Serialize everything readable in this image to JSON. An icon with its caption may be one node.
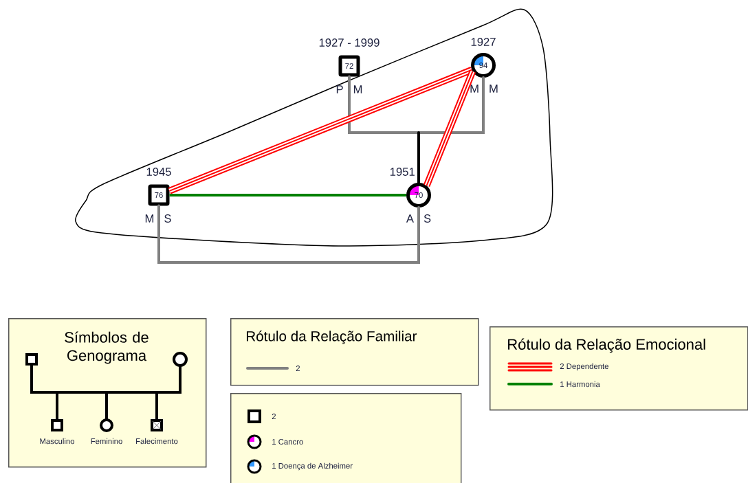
{
  "diagram": {
    "nodes": [
      {
        "text": [
          "72"
        ],
        "beside": [
          "1927 - 1999",
          "P M"
        ]
      },
      {
        "text": [
          "94"
        ],
        "beside": [
          "1927",
          "M M"
        ]
      },
      {
        "text": [
          "76"
        ],
        "beside": [
          "1945",
          "M S"
        ]
      },
      {
        "text": [
          "70"
        ],
        "beside": [
          "1951",
          "A S"
        ]
      },
      {
        "text": [
          "Símbolos de Genograma"
        ]
      },
      {
        "text": [
          "Rótulo da Relação Familiar"
        ]
      },
      {
        "text": [
          "Rótulo da Relação Emocional"
        ]
      },
      {
        "text": [],
        "shape": "box"
      }
    ],
    "edges": [
      {
        "from": 0,
        "to": 1,
        "arrow": "none",
        "color": "#808080"
      },
      {
        "from": null,
        "to": 3,
        "arrow": "none",
        "color": "#000000"
      },
      {
        "from": 2,
        "to": 3,
        "arrow": "none",
        "color": "#808080"
      },
      {
        "from": 1,
        "to": 2,
        "arrow": "none",
        "style": "thick",
        "color": "#ff0000"
      },
      {
        "from": 1,
        "to": 3,
        "arrow": "none",
        "style": "thick",
        "color": "#ff0000"
      },
      {
        "from": 2,
        "to": 3,
        "arrow": "none",
        "color": "#008000"
      }
    ],
    "labels": [
      "Masculino",
      "Feminino",
      "Falecimento"
    ],
    "legend": [
      {
        "text": "2"
      },
      {
        "text": "2 Dependente"
      },
      {
        "text": "1 Harmonia"
      },
      {
        "text": "2"
      },
      {
        "text": "1 Cancro"
      },
      {
        "text": "1 Doença de Alzheimer"
      }
    ]
  }
}
